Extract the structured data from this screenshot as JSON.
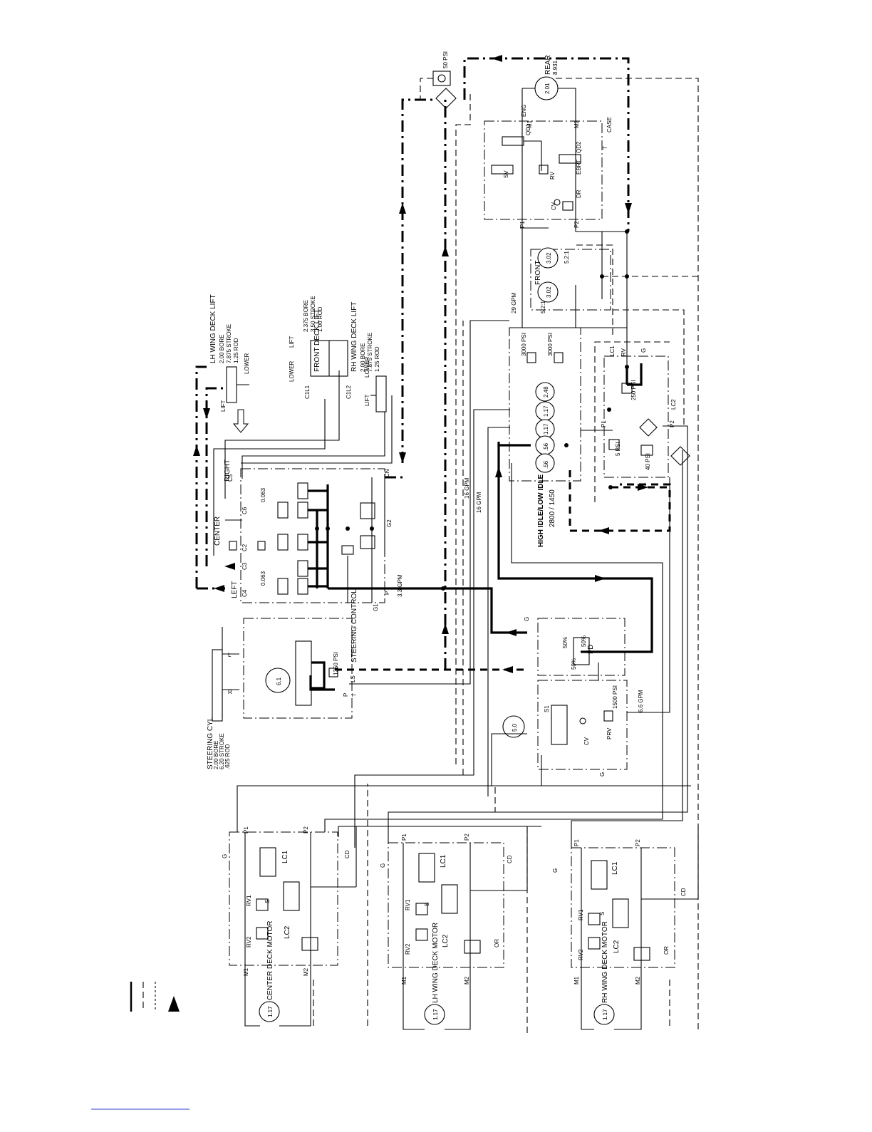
{
  "legend": [
    "",
    "",
    ""
  ],
  "components": {
    "rear_motor": {
      "name": "REAR",
      "size": "8.931",
      "disp": "2.01",
      "ports": [
        "M1",
        "M2"
      ]
    },
    "gear_pump": {
      "ports": [
        "ENG",
        "EBRT",
        "CASE",
        "P1",
        "P2",
        "T"
      ],
      "valves": [
        "SV",
        "RV",
        "CV",
        "DR",
        "QD1",
        "QD2"
      ]
    },
    "front_motor": {
      "name": "FRONT",
      "left": "3.02",
      "right": "3.02",
      "ratio_left": "5.2:1",
      "ratio_right": "5.2:1",
      "flow": "29 GPM"
    },
    "charge_filter": {
      "label": "50 PSI"
    },
    "pump_stack": [
      "2.48",
      "1.17",
      "1.17",
      ".56",
      ".56"
    ],
    "pump_relief": [
      "3000 PSI",
      "3000 PSI"
    ],
    "lc_manifold": {
      "ports": [
        "LC1",
        "LC2",
        "P1",
        "P2",
        "RV",
        "G"
      ],
      "settings": [
        "250 PSI",
        "5 PSI",
        "40 PSI"
      ]
    },
    "idle_note": "HIGH IDLE/LOW IDLE",
    "idle_sub": "2800 / 1450",
    "flow_labels": [
      "16 GPM",
      "16 GPM",
      "3.3 GPM",
      "6.6 GPM"
    ],
    "lift_manifold": {
      "ports": [
        "C1",
        "C2",
        "C3",
        "C4",
        "C5",
        "C6",
        "G1",
        "G2",
        "P",
        "T",
        "CN"
      ],
      "orifices": [
        "0.063",
        "0.063"
      ],
      "sides": [
        "LEFT",
        "CENTER",
        "RIGHT"
      ]
    },
    "lh_wing_cyl": {
      "name": "LH WING DECK LIFT",
      "spec": [
        "2.00 BORE",
        "7.875 STROKE",
        "1.25 ROD"
      ],
      "ports": [
        "LIFT",
        "LOWER"
      ]
    },
    "front_deck_cyl": {
      "name": "FRONT DECK LIFT",
      "spec": [
        "2.375 BORE",
        "3.50 STROKE",
        "1.00 ROD"
      ],
      "ports": [
        "LIFT",
        "LOWER"
      ],
      "c_ports": [
        "C1L1",
        "C1L2"
      ]
    },
    "rh_wing_cyl": {
      "name": "RH WING DECK LIFT",
      "spec": [
        "2.00 BORE",
        "7.875 STROKE",
        "1.25 ROD"
      ],
      "ports": [
        "LIFT",
        "LOWER"
      ]
    },
    "steering_cyl": {
      "name": "STEERING CYL",
      "spec": [
        "2.00 BORE",
        "6.20 STROKE",
        ".625 ROD"
      ],
      "ports": [
        "L",
        "R"
      ]
    },
    "steering_control": {
      "name": "STEERING CONTROL",
      "disp": "6.1",
      "relief": "1350 PSI",
      "ports": [
        "P",
        "T",
        "LS"
      ]
    },
    "flow_divider": {
      "label": "FD",
      "split": [
        "50%",
        "50%",
        "50%"
      ],
      "ports": [
        "G"
      ]
    },
    "solenoid_valve": {
      "motor": "5.0",
      "valve": "S1",
      "relief": "PRV",
      "check": "CV",
      "setting": "1500 PSI",
      "port": "G"
    },
    "deck_motors": [
      {
        "name": "CENTER DECK MOTOR",
        "disp": "1.17",
        "valves": [
          "LC1",
          "LC2",
          "RV1",
          "RV2",
          "S"
        ],
        "ports": [
          "P1",
          "P2",
          "CD",
          "M1",
          "M2",
          "G"
        ]
      },
      {
        "name": "LH WING DECK MOTOR",
        "disp": "1.17",
        "valves": [
          "LC1",
          "LC2",
          "RV1",
          "RV2",
          "S",
          "OR"
        ],
        "ports": [
          "P1",
          "P2",
          "CD",
          "M1",
          "M2",
          "G"
        ]
      },
      {
        "name": "RH WING DECK MOTOR",
        "disp": "1.17",
        "valves": [
          "LC1",
          "LC2",
          "RV1",
          "RV2",
          "S",
          "OR"
        ],
        "ports": [
          "P1",
          "P2",
          "CD",
          "M1",
          "M2",
          "G"
        ]
      }
    ]
  }
}
